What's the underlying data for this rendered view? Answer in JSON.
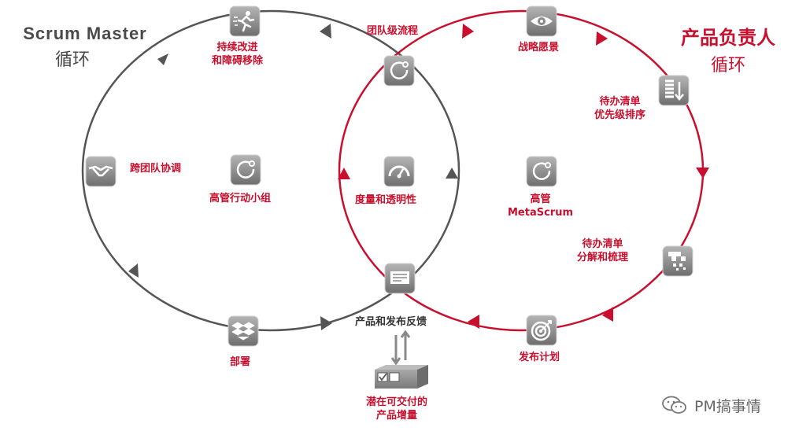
{
  "titles": {
    "scrum_master_line1": "Scrum  Master",
    "scrum_master_line2": "循环",
    "product_owner_line1": "产品负责人",
    "product_owner_line2": "循环"
  },
  "nodes": {
    "team_process": "团队级流程",
    "continuous_improvement_line1": "持续改进",
    "continuous_improvement_line2": "和障碍移除",
    "cross_team": "跨团队协调",
    "executive_action_team": "高管行动小组",
    "deployment": "部署",
    "metrics_transparency": "度量和透明性",
    "product_release_feedback": "产品和发布反馈",
    "shippable_line1": "潜在可交付的",
    "shippable_line2": "产品增量",
    "strategic_vision": "战略愿景",
    "backlog_priority_line1": "待办清单",
    "backlog_priority_line2": "优先级排序",
    "exec_metascrum_line1": "高管",
    "exec_metascrum_line2": "MetaScrum",
    "backlog_refine_line1": "待办清单",
    "backlog_refine_line2": "分解和梳理",
    "release_planning": "发布计划"
  },
  "watermark": "PM搞事情",
  "colors": {
    "scrum_master_loop": "#555555",
    "product_owner_loop": "#c8102e",
    "icon_fill": "#8a8a8a"
  },
  "icons": [
    "runner-icon",
    "cycle-icon",
    "handshake-icon",
    "dropbox-icon",
    "gauge-icon",
    "message-icon",
    "eye-icon",
    "sort-icon",
    "pixel-breakdown-icon",
    "target-icon",
    "shipping-box-icon",
    "arrows-up-down-icon",
    "wechat-icon"
  ]
}
